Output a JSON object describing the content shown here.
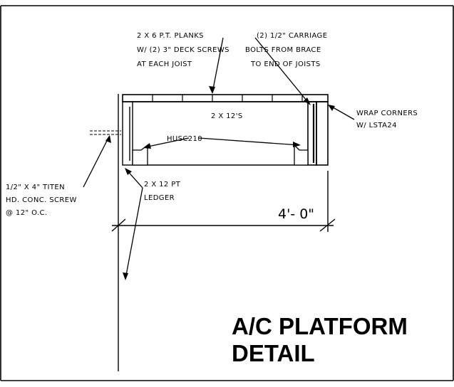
{
  "notes": {
    "planks": [
      "2 X 6 P.T. PLANKS",
      "W/ (2) 3\" DECK SCREWS",
      "AT EACH JOIST"
    ],
    "carriage": [
      "(2) 1/2\" CARRIAGE",
      "BOLTS FROM BRACE",
      "TO END OF JOISTS"
    ],
    "joists": "2 X 12'S",
    "hanger": "HUSC210",
    "wrap": [
      "WRAP CORNERS",
      "W/ LSTA24"
    ],
    "screw": [
      "1/2\" X 4\" TITEN",
      "HD. CONC. SCREW",
      "@ 12\" O.C."
    ],
    "ledger": [
      "2 X 12 PT",
      "LEDGER"
    ]
  },
  "dimension": "4'- 0\"",
  "title": [
    "A/C PLATFORM",
    "DETAIL"
  ]
}
